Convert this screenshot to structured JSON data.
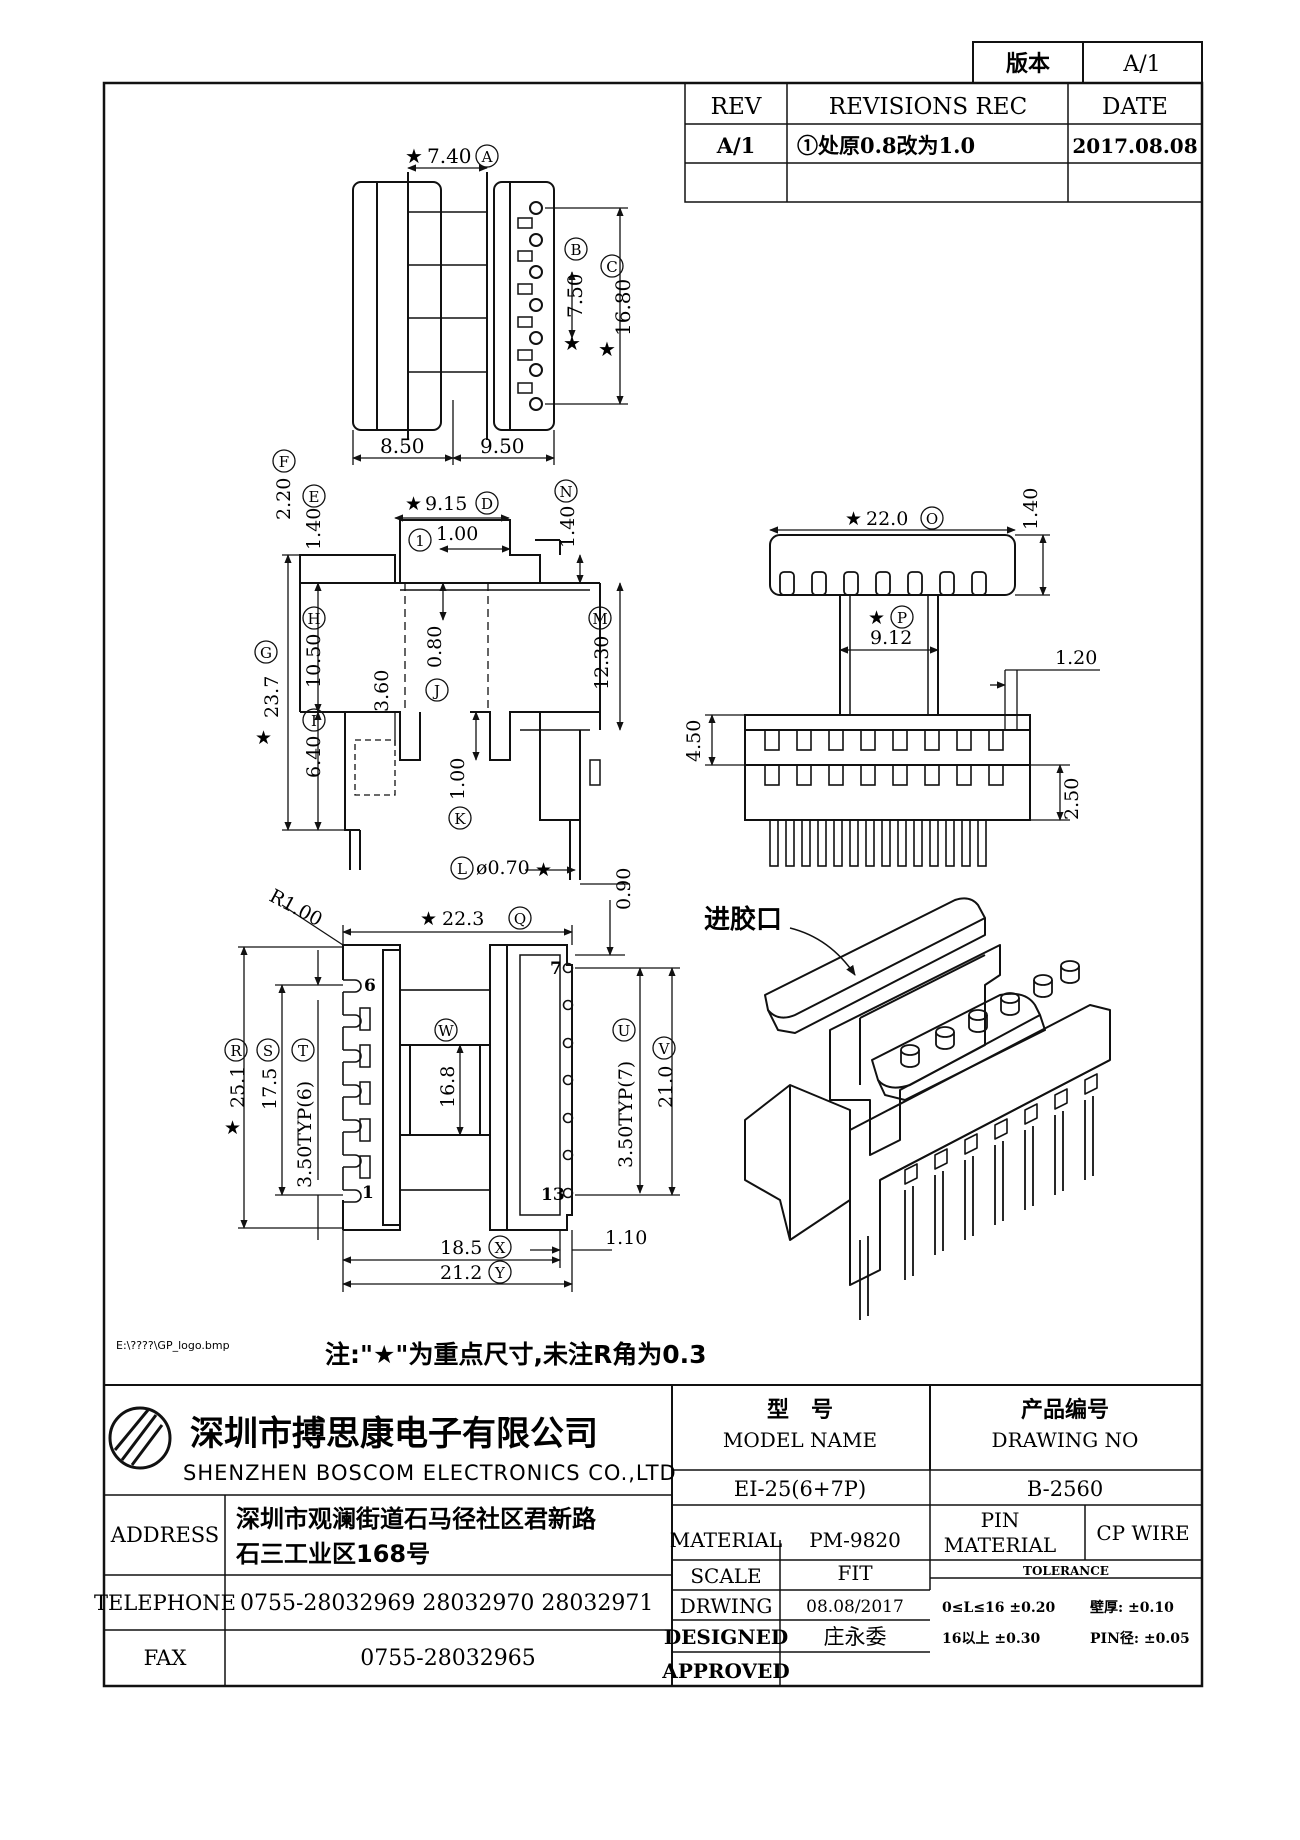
{
  "version_block": {
    "label": "版本",
    "value": "A/1"
  },
  "revisions": {
    "headers": [
      "REV",
      "REVISIONS REC",
      "DATE"
    ],
    "rows": [
      {
        "rev": "A/1",
        "rec": "①处原0.8改为1.0",
        "date": "2017.08.08"
      }
    ]
  },
  "callouts": {
    "A": "A",
    "B": "B",
    "C": "C",
    "D": "D",
    "E": "E",
    "F": "F",
    "G": "G",
    "H": "H",
    "I": "I",
    "J": "J",
    "K": "K",
    "L": "L",
    "M": "M",
    "N": "N",
    "O": "O",
    "P": "P",
    "Q": "Q",
    "R": "R",
    "S": "S",
    "T": "T",
    "U": "U",
    "V": "V",
    "W": "W",
    "X": "X",
    "Y": "Y",
    "one": "1"
  },
  "dimensions": {
    "top_a": "7.40",
    "top_b": "7.50",
    "top_c": "16.80",
    "top_left": "8.50",
    "top_right": "9.50",
    "f": "2.20",
    "e": "1.40",
    "d": "9.15",
    "one": "1.00",
    "n": "1.40",
    "h": "10.50",
    "j": "0.80",
    "m": "12.30",
    "g": "23.7",
    "i": "6.40",
    "i2": "3.60",
    "k": "1.00",
    "l": "ø0.70",
    "o": "22.0",
    "o_right": "1.40",
    "p": "9.12",
    "p2": "1.20",
    "s1": "4.50",
    "s2": "2.50",
    "r_corner": "R1.00",
    "q": "22.3",
    "q_right": "0.90",
    "r": "25.1",
    "s": "17.5",
    "t": "3.50TYP(6)",
    "w": "16.8",
    "u": "3.50TYP(7)",
    "v": "21.0",
    "x": "18.5",
    "x_right": "1.10",
    "y": "21.2"
  },
  "pins": {
    "p6": "6",
    "p1": "1",
    "p7": "7",
    "p13": "13"
  },
  "inject_label": "进胶口",
  "logo_path": "E:\\????\\GP_logo.bmp",
  "note": "注:\"★\"为重点尺寸,未注R角为0.3",
  "company": {
    "cn": "深圳市搏思康电子有限公司",
    "en": "SHENZHEN BOSCOM ELECTRONICS CO.,LTD"
  },
  "title_block": {
    "model_name_cn": "型　号",
    "model_name_en": "MODEL NAME",
    "model_name": "EI-25(6+7P)",
    "drawing_no_cn": "产品编号",
    "drawing_no_en": "DRAWING NO",
    "drawing_no": "B-2560",
    "address_label": "ADDRESS",
    "address_1": "深圳市观澜街道石马径社区君新路",
    "address_2": "石三工业区168号",
    "telephone_label": "TELEPHONE",
    "telephone": "0755-28032969 28032970 28032971",
    "fax_label": "FAX",
    "fax": "0755-28032965",
    "material_label": "MATERIAL",
    "material": "PM-9820",
    "pin_material_label_1": "PIN",
    "pin_material_label_2": "MATERIAL",
    "pin_material": "CP WIRE",
    "scale_label": "SCALE",
    "scale": "FIT",
    "drawing_label": "DRWING",
    "drawing_date": "08.08/2017",
    "designed_label": "DESIGNED",
    "designed": "庄永委",
    "approved_label": "APPROVED",
    "tolerance_label": "TOLERANCE",
    "tol_1": "0≤L≤16 ±0.20",
    "tol_2": "壁厚: ±0.10",
    "tol_3": "16以上 ±0.30",
    "tol_4": "PIN径: ±0.05"
  }
}
